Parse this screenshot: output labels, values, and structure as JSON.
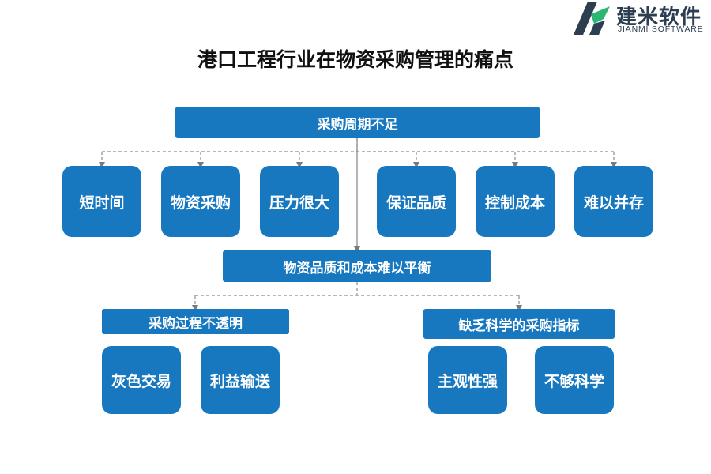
{
  "brand": {
    "name_cn": "建米软件",
    "name_en": "JIANMI SOFTWARE",
    "colors": {
      "dark": "#2c3e50",
      "green": "#2bb673"
    }
  },
  "title": "港口工程行业在物资采购管理的痛点",
  "colors": {
    "node": "#1778c0",
    "line": "#8c8c8c",
    "arrow": "#7a7a7a"
  },
  "diagram": {
    "root": "采购周期不足",
    "root_children": [
      "短时间",
      "物资采购",
      "压力很大",
      "保证品质",
      "控制成本",
      "难以并存"
    ],
    "middle": "物资品质和成本难以平衡",
    "branches": [
      {
        "label": "采购过程不透明",
        "children": [
          "灰色交易",
          "利益输送"
        ]
      },
      {
        "label": "缺乏科学的采购指标",
        "children": [
          "主观性强",
          "不够科学"
        ]
      }
    ]
  }
}
